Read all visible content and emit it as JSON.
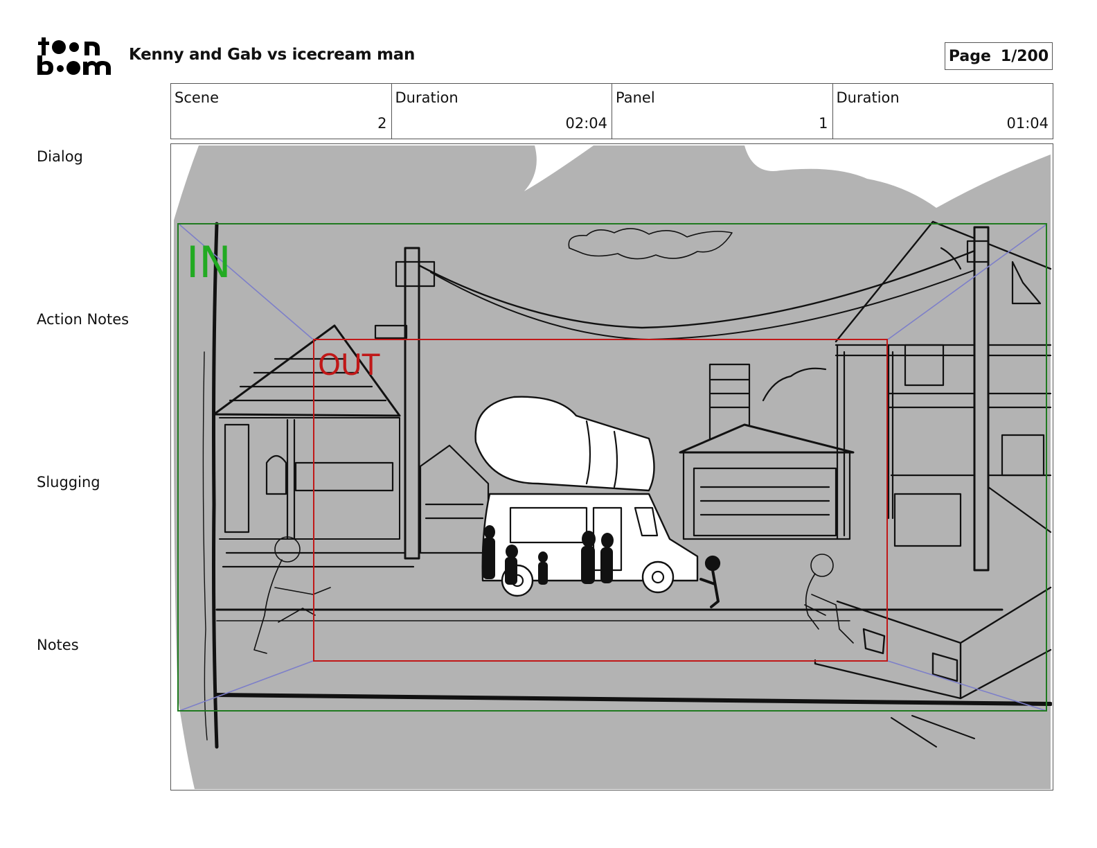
{
  "header": {
    "logo_text": "toon boom",
    "project_title": "Kenny and Gab vs icecream man",
    "page_label": "Page",
    "page_value": "1/200"
  },
  "info_table": [
    {
      "label": "Scene",
      "value": "2"
    },
    {
      "label": "Duration",
      "value": "02:04"
    },
    {
      "label": "Panel",
      "value": "1"
    },
    {
      "label": "Duration",
      "value": "01:04"
    }
  ],
  "side_labels": {
    "dialog": "Dialog",
    "action_notes": "Action Notes",
    "slugging": "Slugging",
    "notes": "Notes"
  },
  "panel": {
    "camera_in_label": "IN",
    "camera_out_label": "OUT",
    "colors": {
      "background_fill": "#b3b3b3",
      "camera_in": "#1f7a1f",
      "camera_in_text": "#22aa22",
      "camera_out": "#c01818",
      "camera_path": "#7d7fc9"
    }
  }
}
